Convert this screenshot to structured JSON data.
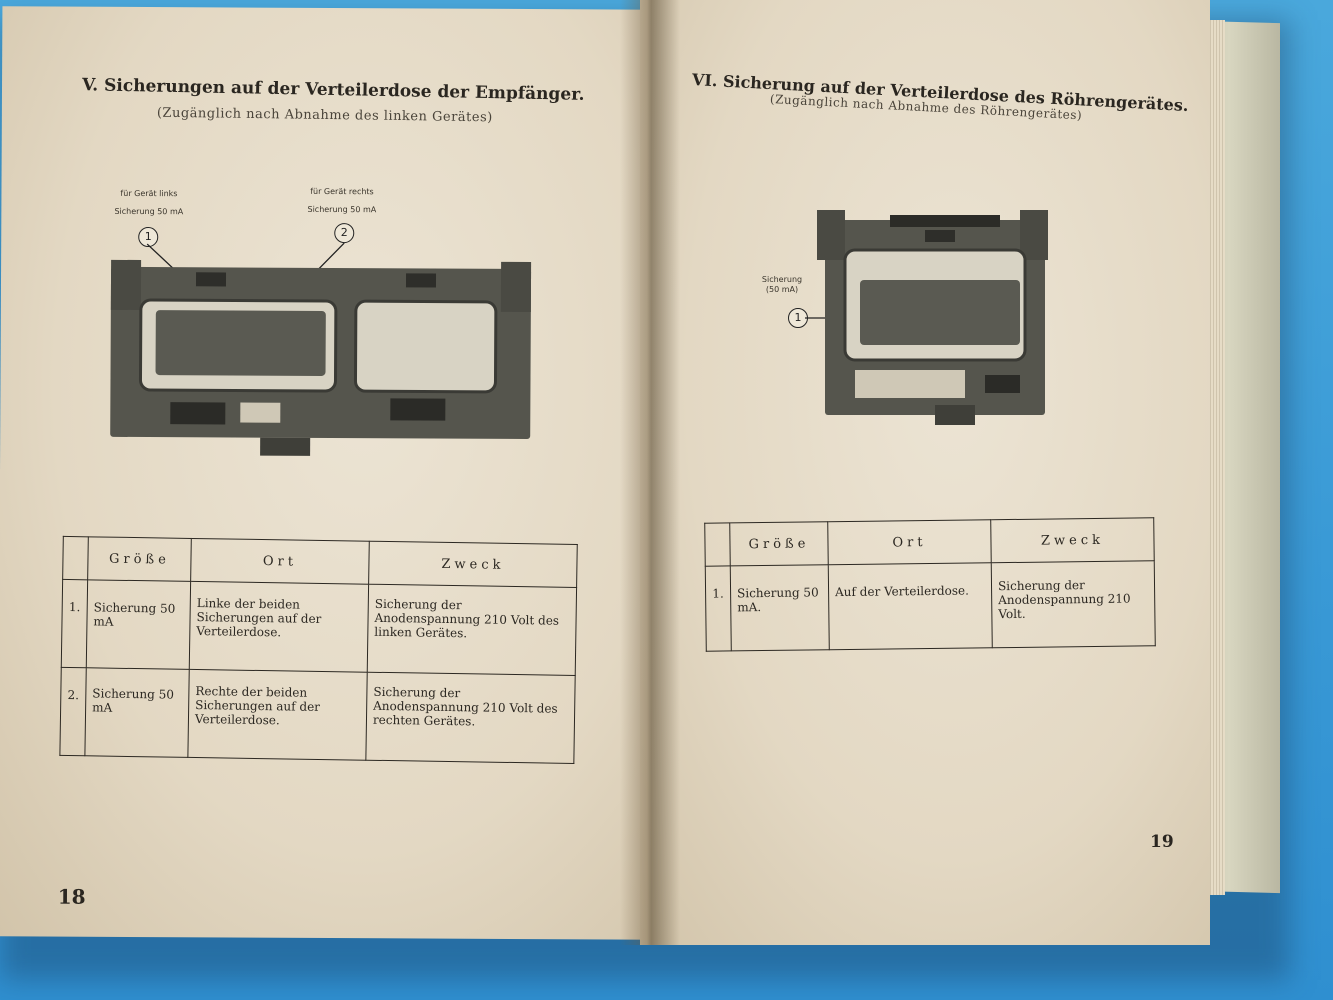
{
  "left_page": {
    "title": "V. Sicherungen auf der Verteilerdose der Empfänger.",
    "subtitle": "(Zugänglich nach Abnahme des linken Gerätes)",
    "labels": {
      "left_device_line1": "für Gerät links",
      "left_device_line2": "Sicherung 50 mA",
      "right_device_line1": "für Gerät rechts",
      "right_device_line2": "Sicherung 50 mA",
      "callout1": "1",
      "callout2": "2"
    },
    "table": {
      "headers": [
        "Größe",
        "Ort",
        "Zweck"
      ],
      "rows": [
        {
          "idx": "1.",
          "groesse": "Sicherung 50 mA",
          "ort": "Linke der beiden Sicherungen auf der Verteilerdose.",
          "zweck": "Sicherung der Anodenspannung 210 Volt des linken Gerätes."
        },
        {
          "idx": "2.",
          "groesse": "Sicherung 50 mA",
          "ort": "Rechte der beiden Sicherungen auf der Verteilerdose.",
          "zweck": "Sicherung der Anodenspannung 210 Volt des rechten Gerätes."
        }
      ]
    },
    "page_number": "18"
  },
  "right_page": {
    "title": "VI. Sicherung auf der Verteilerdose des Röhrengerätes.",
    "subtitle": "(Zugänglich nach Abnahme des Röhrengerätes)",
    "labels": {
      "fuse_line1": "Sicherung",
      "fuse_line2": "(50 mA)",
      "callout1": "1"
    },
    "table": {
      "headers": [
        "Größe",
        "Ort",
        "Zweck"
      ],
      "rows": [
        {
          "idx": "1.",
          "groesse": "Sicherung 50 mA.",
          "ort": "Auf der Verteilerdose.",
          "zweck": "Sicherung der Anodenspannung 210 Volt."
        }
      ]
    },
    "page_number": "19"
  },
  "colors": {
    "background": "#3a9ad6",
    "paper": "#e6dcc8",
    "ink": "#2a2620",
    "device": "#4a4a44"
  }
}
